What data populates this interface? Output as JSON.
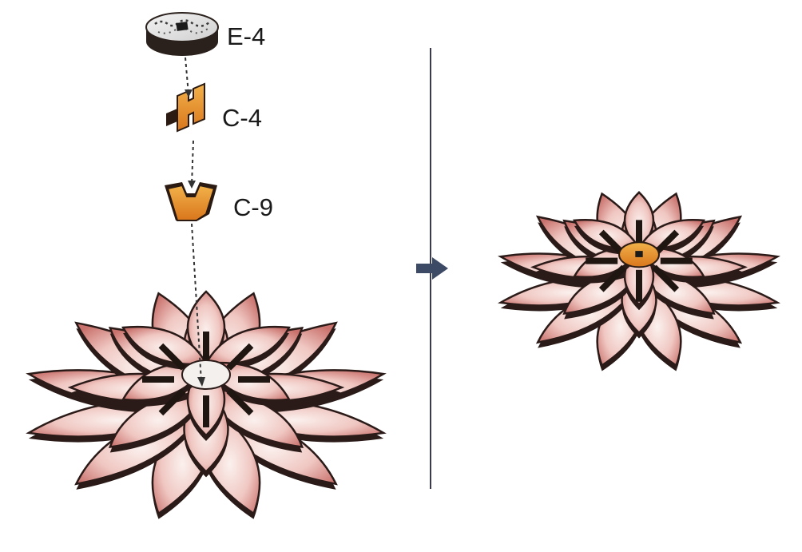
{
  "parts": [
    {
      "label": "E-4"
    },
    {
      "label": "C-4"
    },
    {
      "label": "C-9"
    }
  ],
  "colors": {
    "petal_edge": "#2a1a18",
    "petal_base": "#f6e6e2",
    "petal_tint": "#d98f8a",
    "petal_deep": "#b9605c",
    "wood_core": "#e8932c",
    "divider": "#3a3a4a",
    "arrow": "#3d4a66"
  },
  "icons": {
    "step_arrow": "right-arrow-icon"
  }
}
